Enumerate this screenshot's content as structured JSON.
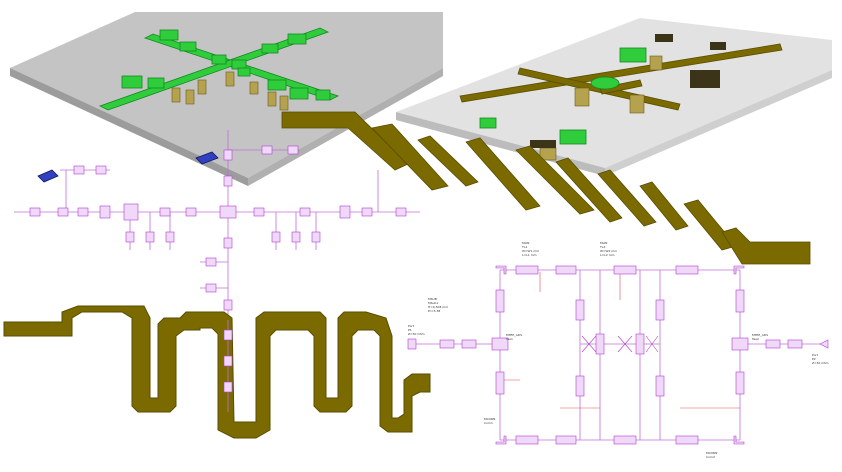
{
  "colors": {
    "substrate_top": "#c8c8c8",
    "substrate_side": "#a9a9a9",
    "trace_olive": "#7a6a00",
    "trace_olive_dark": "#5a4e00",
    "pad_green": "#27c43a",
    "pad_green_dark": "#138a1f",
    "via_gold": "#b5a24e",
    "schematic_magenta": "#b040d0",
    "schematic_wire": "#c070d8",
    "chip_blue": "#3040c0",
    "chip_dark": "#3b3418"
  },
  "schematic_right": {
    "port_left": {
      "name": "Port",
      "line1": "P1",
      "line2": "Z=50 Ohm"
    },
    "port_right": {
      "name": "Port",
      "line1": "P2",
      "line2": "Z=50 Ohm"
    },
    "labels": [
      "MLIN",
      "TL1",
      "W=W1 mm",
      "L=L1 mm",
      "MLIN",
      "TL2",
      "W=W2 mm",
      "L=L2 mm",
      "MTEE_ADS",
      "Tee1",
      "MTEE_ADS",
      "Tee2",
      "MCORN",
      "Corn1",
      "MCORN",
      "Corn2",
      "MSUB",
      "MSub1",
      "H=0.508 mm",
      "Er=3.38"
    ]
  }
}
